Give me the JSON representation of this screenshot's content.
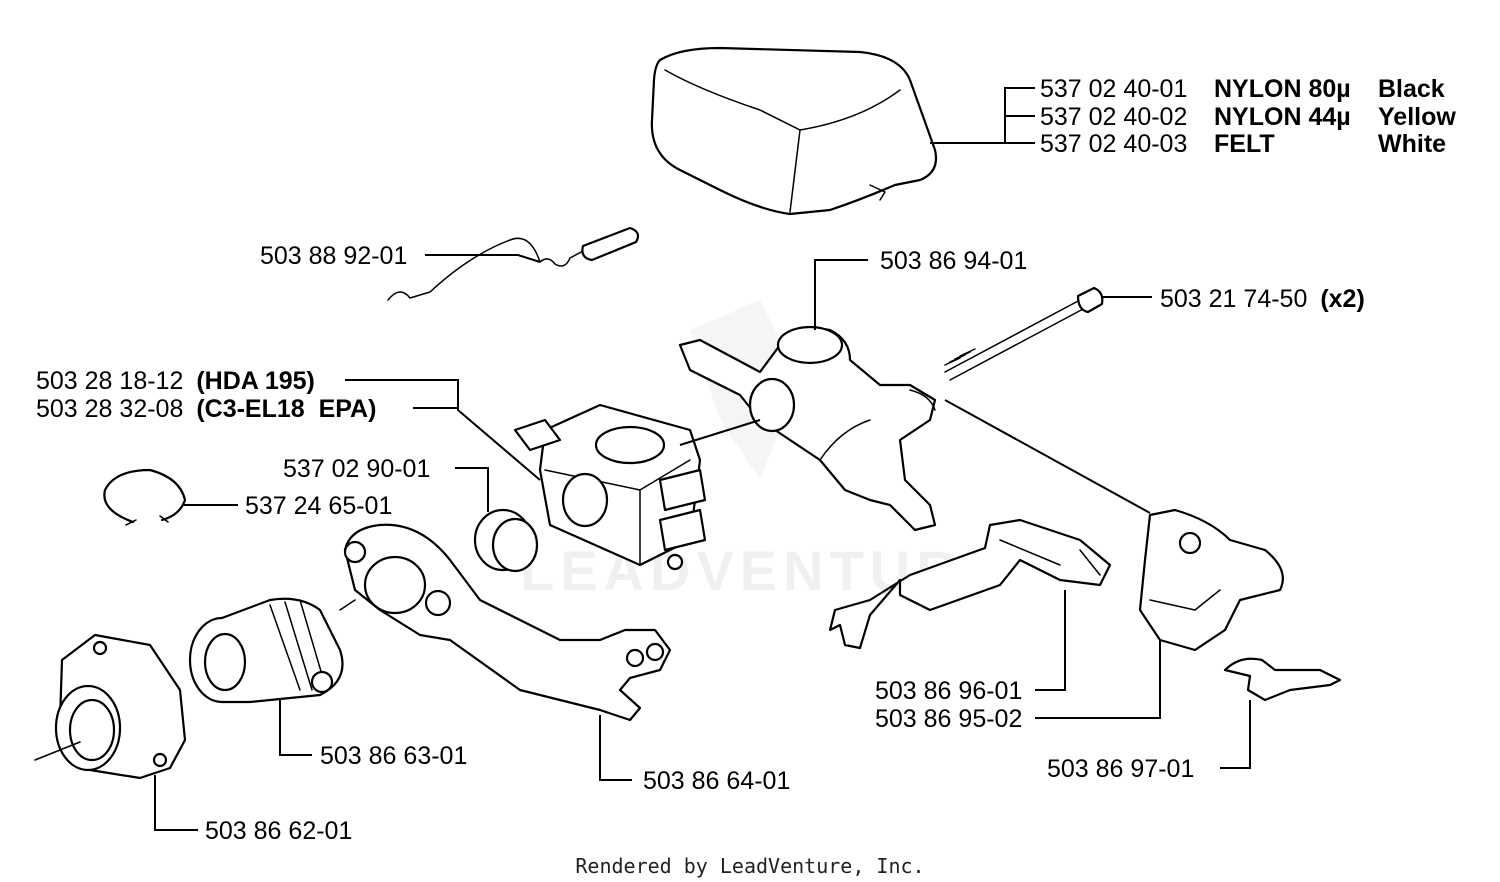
{
  "diagram": {
    "watermark": "LEADVENTURE",
    "footer": "Rendered by LeadVenture, Inc.",
    "callouts": {
      "air_filter": [
        {
          "part_no": "537 02 40-01",
          "material": "NYLON 80µ",
          "color": "Black"
        },
        {
          "part_no": "537 02 40-02",
          "material": "NYLON 44µ",
          "color": "Yellow"
        },
        {
          "part_no": "537 02 40-03",
          "material": "FELT",
          "color": "White"
        }
      ],
      "choke_rod": {
        "part_no": "503 88 92-01"
      },
      "carb_bracket": {
        "part_no": "503 86 94-01"
      },
      "screw": {
        "part_no": "503 21 74-50",
        "qty": "(x2)"
      },
      "carb_hda": {
        "part_no": "503 28 18-12",
        "model": "(HDA 195)"
      },
      "carb_c3": {
        "part_no": "503 28 32-08",
        "model": "(C3-EL18  EPA)"
      },
      "sleeve": {
        "part_no": "537 02 90-01"
      },
      "circlip": {
        "part_no": "537 24 65-01"
      },
      "intake_manifold": {
        "part_no": "503 86 63-01"
      },
      "impulse_plate": {
        "part_no": "503 86 64-01"
      },
      "intake_flange": {
        "part_no": "503 86 62-01"
      },
      "lever_a": {
        "part_no": "503 86 96-01"
      },
      "lever_b": {
        "part_no": "503 86 95-02"
      },
      "spring": {
        "part_no": "503 86 97-01"
      }
    }
  }
}
